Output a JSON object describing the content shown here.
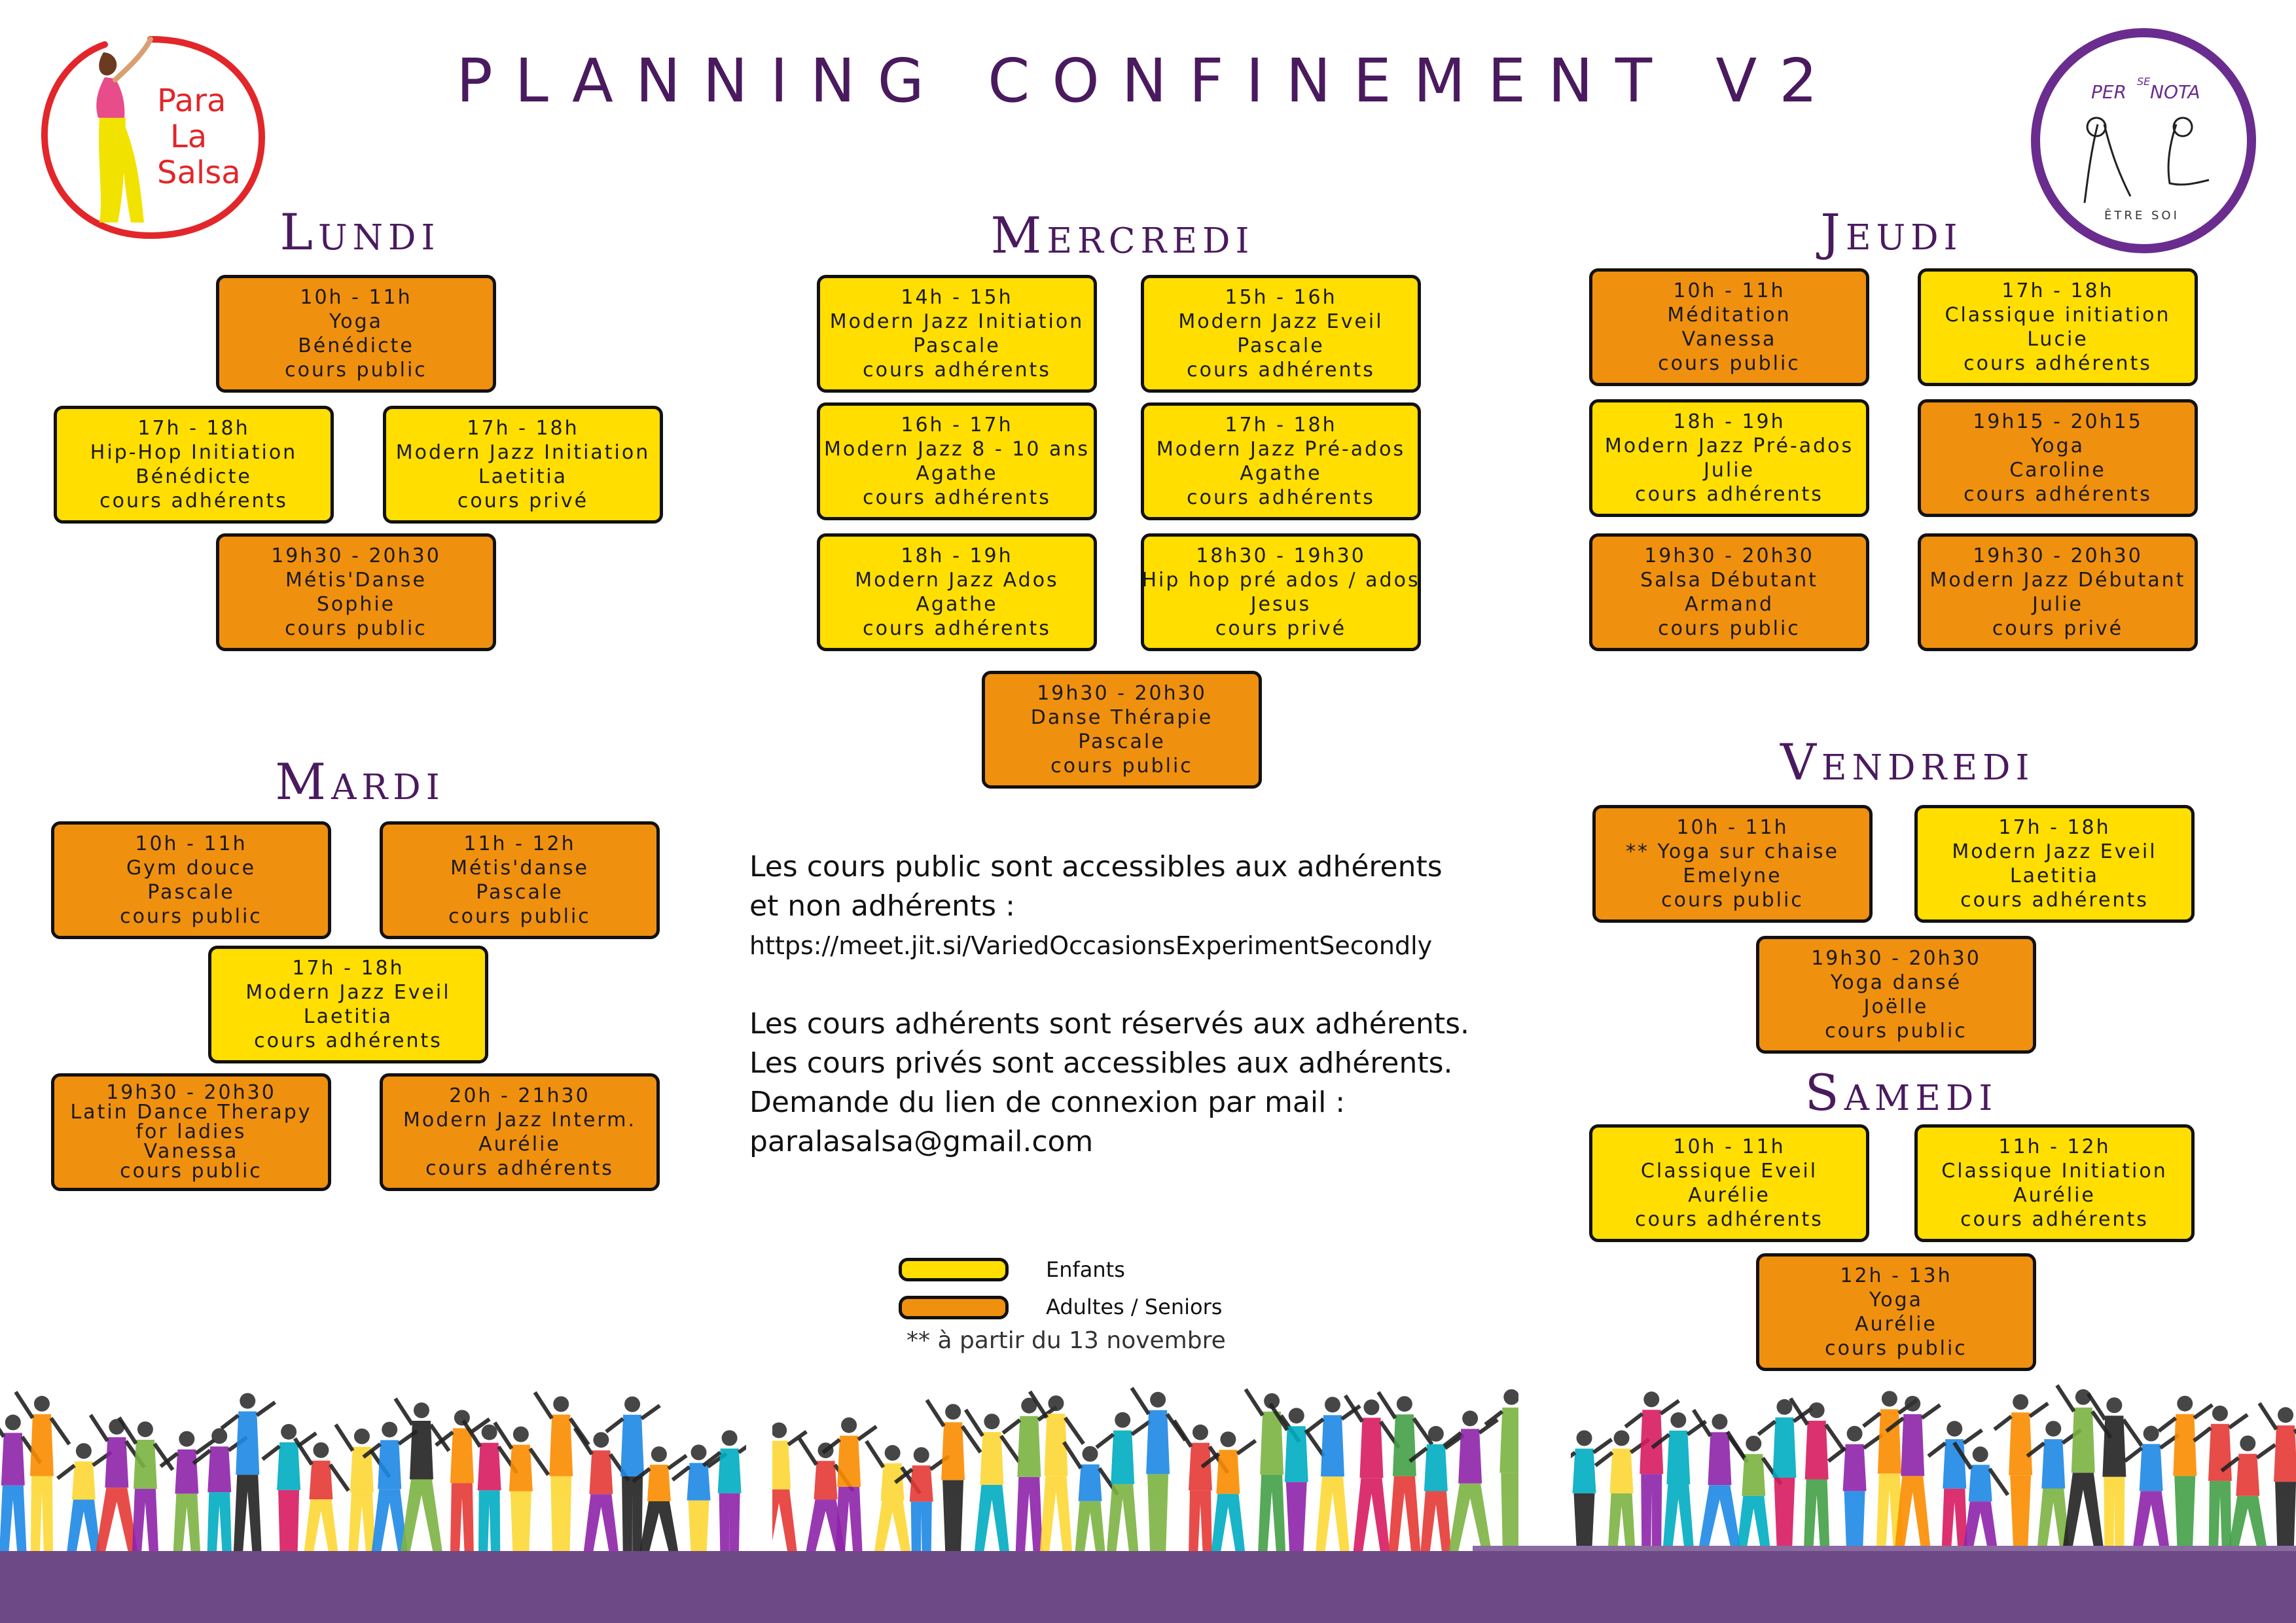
{
  "title": "PLANNING CONFINEMENT V2",
  "logos": {
    "left": {
      "line1": "Para",
      "line2": "La",
      "line3": "Salsa",
      "ring_color": "#e2262a"
    },
    "right": {
      "per": "PER",
      "se": "SE",
      "nota": "NOTA",
      "tagline": "ÊTRE SOI",
      "ring_color": "#6a2c8e"
    }
  },
  "colors": {
    "enfants": "#ffde00",
    "adultes": "#f0900f",
    "title": "#4a1a5e",
    "footer": "#6d4a86"
  },
  "days": {
    "lundi": {
      "name": "Lundi",
      "courses": [
        {
          "lines": [
            "10h - 11h",
            "Yoga",
            "Bénédicte",
            "cours public"
          ],
          "kind": "adult"
        },
        {
          "lines": [
            "17h - 18h",
            "Hip-Hop Initiation",
            "Bénédicte",
            "cours adhérents"
          ],
          "kind": "kid"
        },
        {
          "lines": [
            "17h - 18h",
            "Modern Jazz Initiation",
            "Laetitia",
            "cours privé"
          ],
          "kind": "kid"
        },
        {
          "lines": [
            "19h30 - 20h30",
            "Métis'Danse",
            "Sophie",
            "cours public"
          ],
          "kind": "adult"
        }
      ]
    },
    "mardi": {
      "name": "Mardi",
      "courses": [
        {
          "lines": [
            "10h - 11h",
            "Gym douce",
            "Pascale",
            "cours public"
          ],
          "kind": "adult"
        },
        {
          "lines": [
            "11h - 12h",
            "Métis'danse",
            "Pascale",
            "cours public"
          ],
          "kind": "adult"
        },
        {
          "lines": [
            "17h - 18h",
            "Modern Jazz Eveil",
            "Laetitia",
            "cours adhérents"
          ],
          "kind": "kid"
        },
        {
          "lines": [
            "19h30 - 20h30",
            "Latin Dance Therapy",
            "for ladies",
            "Vanessa",
            "cours public"
          ],
          "kind": "adult"
        },
        {
          "lines": [
            "20h - 21h30",
            "Modern Jazz Interm.",
            "Aurélie",
            "cours adhérents"
          ],
          "kind": "adult"
        }
      ]
    },
    "mercredi": {
      "name": "Mercredi",
      "courses": [
        {
          "lines": [
            "14h - 15h",
            "Modern Jazz Initiation",
            "Pascale",
            "cours adhérents"
          ],
          "kind": "kid"
        },
        {
          "lines": [
            "15h - 16h",
            "Modern Jazz Eveil",
            "Pascale",
            "cours adhérents"
          ],
          "kind": "kid"
        },
        {
          "lines": [
            "16h - 17h",
            "Modern Jazz 8 - 10 ans",
            "Agathe",
            "cours adhérents"
          ],
          "kind": "kid"
        },
        {
          "lines": [
            "17h - 18h",
            "Modern Jazz Pré-ados",
            "Agathe",
            "cours adhérents"
          ],
          "kind": "kid"
        },
        {
          "lines": [
            "18h - 19h",
            "Modern Jazz Ados",
            "Agathe",
            "cours adhérents"
          ],
          "kind": "kid"
        },
        {
          "lines": [
            "18h30 - 19h30",
            "Hip hop pré ados / ados",
            "Jesus",
            "cours privé"
          ],
          "kind": "kid"
        },
        {
          "lines": [
            "19h30 - 20h30",
            "Danse Thérapie",
            "Pascale",
            "cours public"
          ],
          "kind": "adult"
        }
      ]
    },
    "jeudi": {
      "name": "Jeudi",
      "courses": [
        {
          "lines": [
            "10h - 11h",
            "Méditation",
            "Vanessa",
            "cours public"
          ],
          "kind": "adult"
        },
        {
          "lines": [
            "17h - 18h",
            "Classique initiation",
            "Lucie",
            "cours adhérents"
          ],
          "kind": "kid"
        },
        {
          "lines": [
            "18h - 19h",
            "Modern Jazz Pré-ados",
            "Julie",
            "cours adhérents"
          ],
          "kind": "kid"
        },
        {
          "lines": [
            "19h15 - 20h15",
            "Yoga",
            "Caroline",
            "cours adhérents"
          ],
          "kind": "adult"
        },
        {
          "lines": [
            "19h30 - 20h30",
            "Salsa Débutant",
            "Armand",
            "cours public"
          ],
          "kind": "adult"
        },
        {
          "lines": [
            "19h30 - 20h30",
            "Modern Jazz Débutant",
            "Julie",
            "cours privé"
          ],
          "kind": "adult"
        }
      ]
    },
    "vendredi": {
      "name": "Vendredi",
      "courses": [
        {
          "lines": [
            "10h - 11h",
            "** Yoga sur chaise",
            "Emelyne",
            "cours public"
          ],
          "kind": "adult"
        },
        {
          "lines": [
            "17h - 18h",
            "Modern Jazz Eveil",
            "Laetitia",
            "cours adhérents"
          ],
          "kind": "kid"
        },
        {
          "lines": [
            "19h30 - 20h30",
            "Yoga dansé",
            "Joëlle",
            "cours public"
          ],
          "kind": "adult"
        }
      ]
    },
    "samedi": {
      "name": "Samedi",
      "courses": [
        {
          "lines": [
            "10h - 11h",
            "Classique Eveil",
            "Aurélie",
            "cours adhérents"
          ],
          "kind": "kid"
        },
        {
          "lines": [
            "11h - 12h",
            "Classique Initiation",
            "Aurélie",
            "cours adhérents"
          ],
          "kind": "kid"
        },
        {
          "lines": [
            "12h - 13h",
            "Yoga",
            "Aurélie",
            "cours public"
          ],
          "kind": "adult"
        }
      ]
    }
  },
  "info": {
    "line1": "Les cours public sont accessibles aux adhérents",
    "line2": "et non adhérents :",
    "url": "https://meet.jit.si/VariedOccasionsExperimentSecondly",
    "line3": "Les cours adhérents sont réservés aux adhérents.",
    "line4": "Les cours privés sont accessibles aux adhérents.",
    "line5": "Demande du lien de connexion par mail :",
    "email": "paralasalsa@gmail.com"
  },
  "legend": {
    "enfants": "Enfants",
    "adultes": "Adultes / Seniors",
    "note": "** à partir du 13 novembre"
  }
}
